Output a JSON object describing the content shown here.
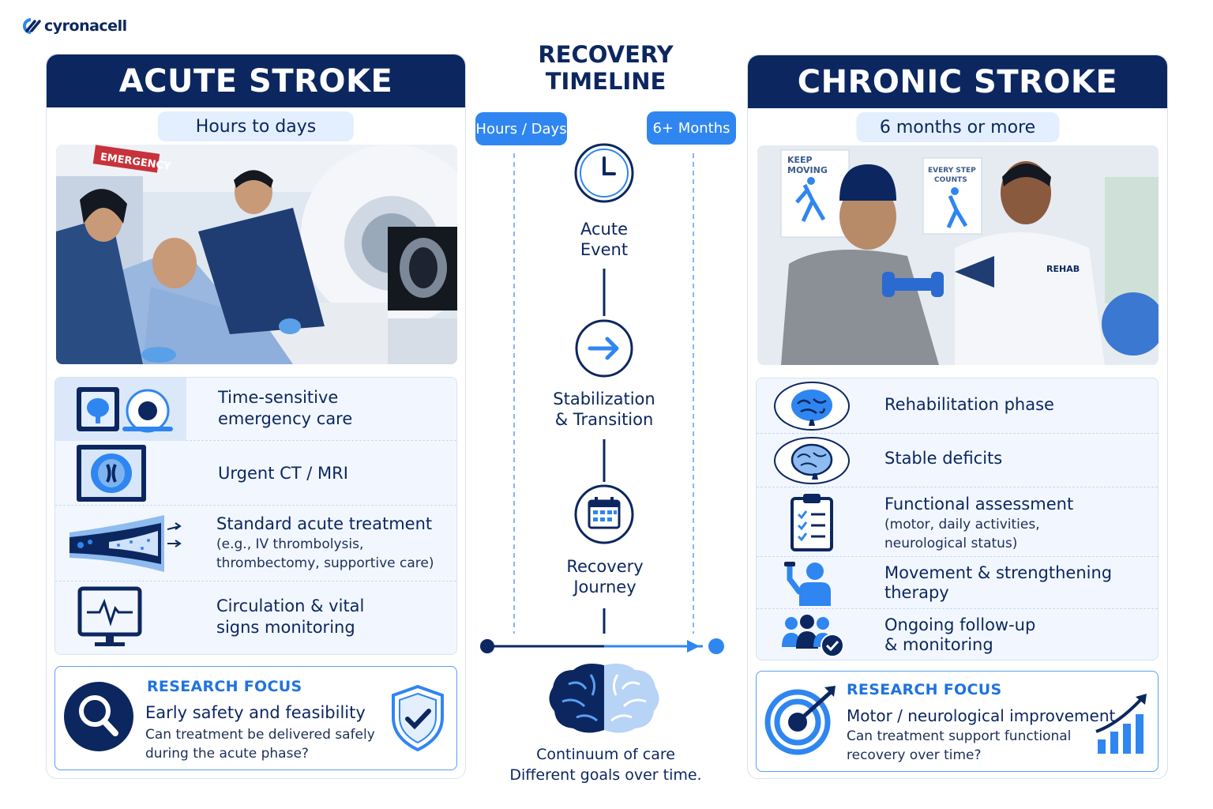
{
  "brand": {
    "name": "cyronacell"
  },
  "colors": {
    "navy": "#0c2760",
    "accent": "#2f86f0",
    "research_label": "#1f73de"
  },
  "acute": {
    "title": "ACUTE STROKE",
    "duration": "Hours to days",
    "photo_sign": "EMERGENCY",
    "features": [
      {
        "icon": "brain-scan-icon",
        "title_line1": "Time-sensitive",
        "title_line2": "emergency care"
      },
      {
        "icon": "ct-scan-icon",
        "title": "Urgent CT / MRI"
      },
      {
        "icon": "blood-vessel-icon",
        "title": "Standard acute treatment",
        "sub_line1": "(e.g., IV thrombolysis,",
        "sub_line2": "thrombectomy, supportive care)"
      },
      {
        "icon": "vital-monitor-icon",
        "title_line1": "Circulation & vital",
        "title_line2": "signs monitoring"
      }
    ],
    "research": {
      "label": "RESEARCH FOCUS",
      "title": "Early safety and feasibility",
      "sub_line1": "Can treatment be delivered safely",
      "sub_line2": "during the acute phase?"
    }
  },
  "timeline": {
    "title_line1": "RECOVERY",
    "title_line2": "TIMELINE",
    "start_badge": "Hours / Days",
    "end_badge": "6+ Months",
    "steps": [
      {
        "icon": "clock-icon",
        "line1": "Acute",
        "line2": "Event"
      },
      {
        "icon": "arrow-right-icon",
        "line1": "Stabilization",
        "line2": "& Transition"
      },
      {
        "icon": "calendar-icon",
        "line1": "Recovery",
        "line2": "Journey"
      }
    ],
    "caption_line1": "Continuum of care",
    "caption_line2": "Different goals over time."
  },
  "chronic": {
    "title": "CHRONIC STROKE",
    "duration": "6 months or more",
    "photo_poster1_line1": "KEEP",
    "photo_poster1_line2": "MOVING",
    "photo_poster2_line1": "EVERY STEP",
    "photo_poster2_line2": "COUNTS",
    "photo_shirt": "REHAB",
    "features": [
      {
        "icon": "brain-icon",
        "title": "Rehabilitation phase"
      },
      {
        "icon": "brain-outline-icon",
        "title": "Stable deficits"
      },
      {
        "icon": "clipboard-icon",
        "title": "Functional assessment",
        "sub_line1": "(motor, daily activities,",
        "sub_line2": "neurological status)"
      },
      {
        "icon": "exercise-icon",
        "title_line1": "Movement & strengthening",
        "title_line2": "therapy"
      },
      {
        "icon": "people-check-icon",
        "title_line1": "Ongoing follow-up",
        "title_line2": "& monitoring"
      }
    ],
    "research": {
      "label": "RESEARCH FOCUS",
      "title": "Motor / neurological improvement",
      "sub_line1": "Can treatment support functional",
      "sub_line2": "recovery over time?"
    }
  }
}
